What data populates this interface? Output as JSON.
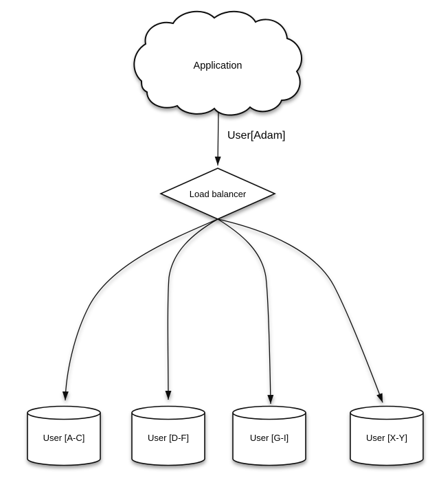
{
  "diagram": {
    "background": "#ffffff",
    "stroke_color": "#111111",
    "fill_color": "#ffffff",
    "text_color": "#000000",
    "application": {
      "label": "Application",
      "shape": "cloud"
    },
    "load_balancer": {
      "label": "Load balancer",
      "shape": "diamond"
    },
    "request_edge": {
      "label": "User[Adam]",
      "from": "application",
      "to": "load-balancer"
    },
    "databases": [
      {
        "label": "User [A-C]",
        "shape": "cylinder"
      },
      {
        "label": "User [D-F]",
        "shape": "cylinder"
      },
      {
        "label": "User [G-I]",
        "shape": "cylinder"
      },
      {
        "label": "User [X-Y]",
        "shape": "cylinder"
      }
    ],
    "fanout_edges": [
      {
        "from": "load-balancer",
        "to": "database-0"
      },
      {
        "from": "load-balancer",
        "to": "database-1"
      },
      {
        "from": "load-balancer",
        "to": "database-2"
      },
      {
        "from": "load-balancer",
        "to": "database-3"
      }
    ]
  }
}
